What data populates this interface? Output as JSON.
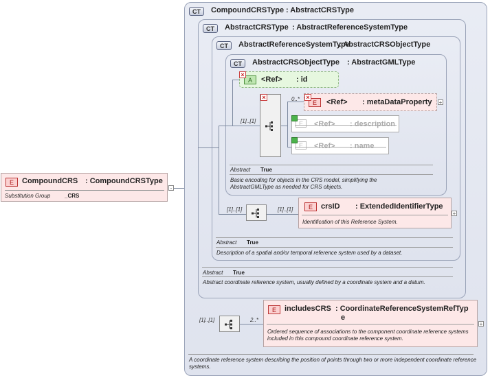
{
  "root_element": {
    "badge": "E",
    "name": "CompoundCRS",
    "type": ": CompoundCRSType",
    "subst_label": "Substitution Group",
    "subst_value": "_CRS",
    "collapse": "-"
  },
  "compound_type": {
    "icon": "CT",
    "name": "CompoundCRSType",
    "base": ": AbstractCRSType",
    "doc": "A coordinate reference system describing the position of points through two or more independent coordinate reference systems."
  },
  "abstract_crs_type": {
    "icon": "CT",
    "name": "AbstractCRSType",
    "base": ": AbstractReferenceSystemType",
    "abstract_label": "Abstract",
    "abstract_value": "True",
    "doc": "Abstract coordinate reference system, usually defined by a coordinate system and a datum."
  },
  "abstract_ref_sys_type": {
    "icon": "CT",
    "name": "AbstractReferenceSystemType",
    "base": ": AbstractCRSObjectType",
    "abstract_label": "Abstract",
    "abstract_value": "True",
    "doc": "Description of a spatial and/or temporal reference system used by a dataset."
  },
  "abstract_crs_object_type": {
    "icon": "CT",
    "name": "AbstractCRSObjectType",
    "base": ": AbstractGMLType",
    "abstract_label": "Abstract",
    "abstract_value": "True",
    "doc": "Basic encoding for objects in the CRS model, simplifying the AbstractGMLType as needed for CRS objects.",
    "attr": {
      "badge": "A",
      "ref": "<Ref>",
      "name": ": id"
    },
    "seq_occurs": "[1]..[1]",
    "children": [
      {
        "badge": "E",
        "ref": "<Ref>",
        "name": ": metaDataProperty",
        "occurs": "0..*"
      },
      {
        "badge": "E",
        "ref": "<Ref>",
        "name": ": description"
      },
      {
        "badge": "E",
        "ref": "<Ref>",
        "name": ": name"
      }
    ]
  },
  "crs_id": {
    "badge": "E",
    "name": "crsID",
    "type": ": ExtendedIdentifierType",
    "doc": "Identification of this Reference System.",
    "seq_occurs": "[1]..[1]",
    "occurs": "[1]..[1]"
  },
  "includes_crs": {
    "badge": "E",
    "name": "includesCRS",
    "type_line1": ": CoordinateReferenceSystemRefTyp",
    "type_line2": "e",
    "doc": "Ordered sequence of associations to the component coordinate reference systems included in this compound coordinate reference system.",
    "seq_occurs": "[1]..[1]",
    "occurs": "2..*"
  },
  "colors": {
    "complex_type_bg": "#e4e8f1",
    "element_bg": "#fde8e8",
    "attribute_bg": "#e6f7df",
    "connector": "#7e8aa0"
  }
}
